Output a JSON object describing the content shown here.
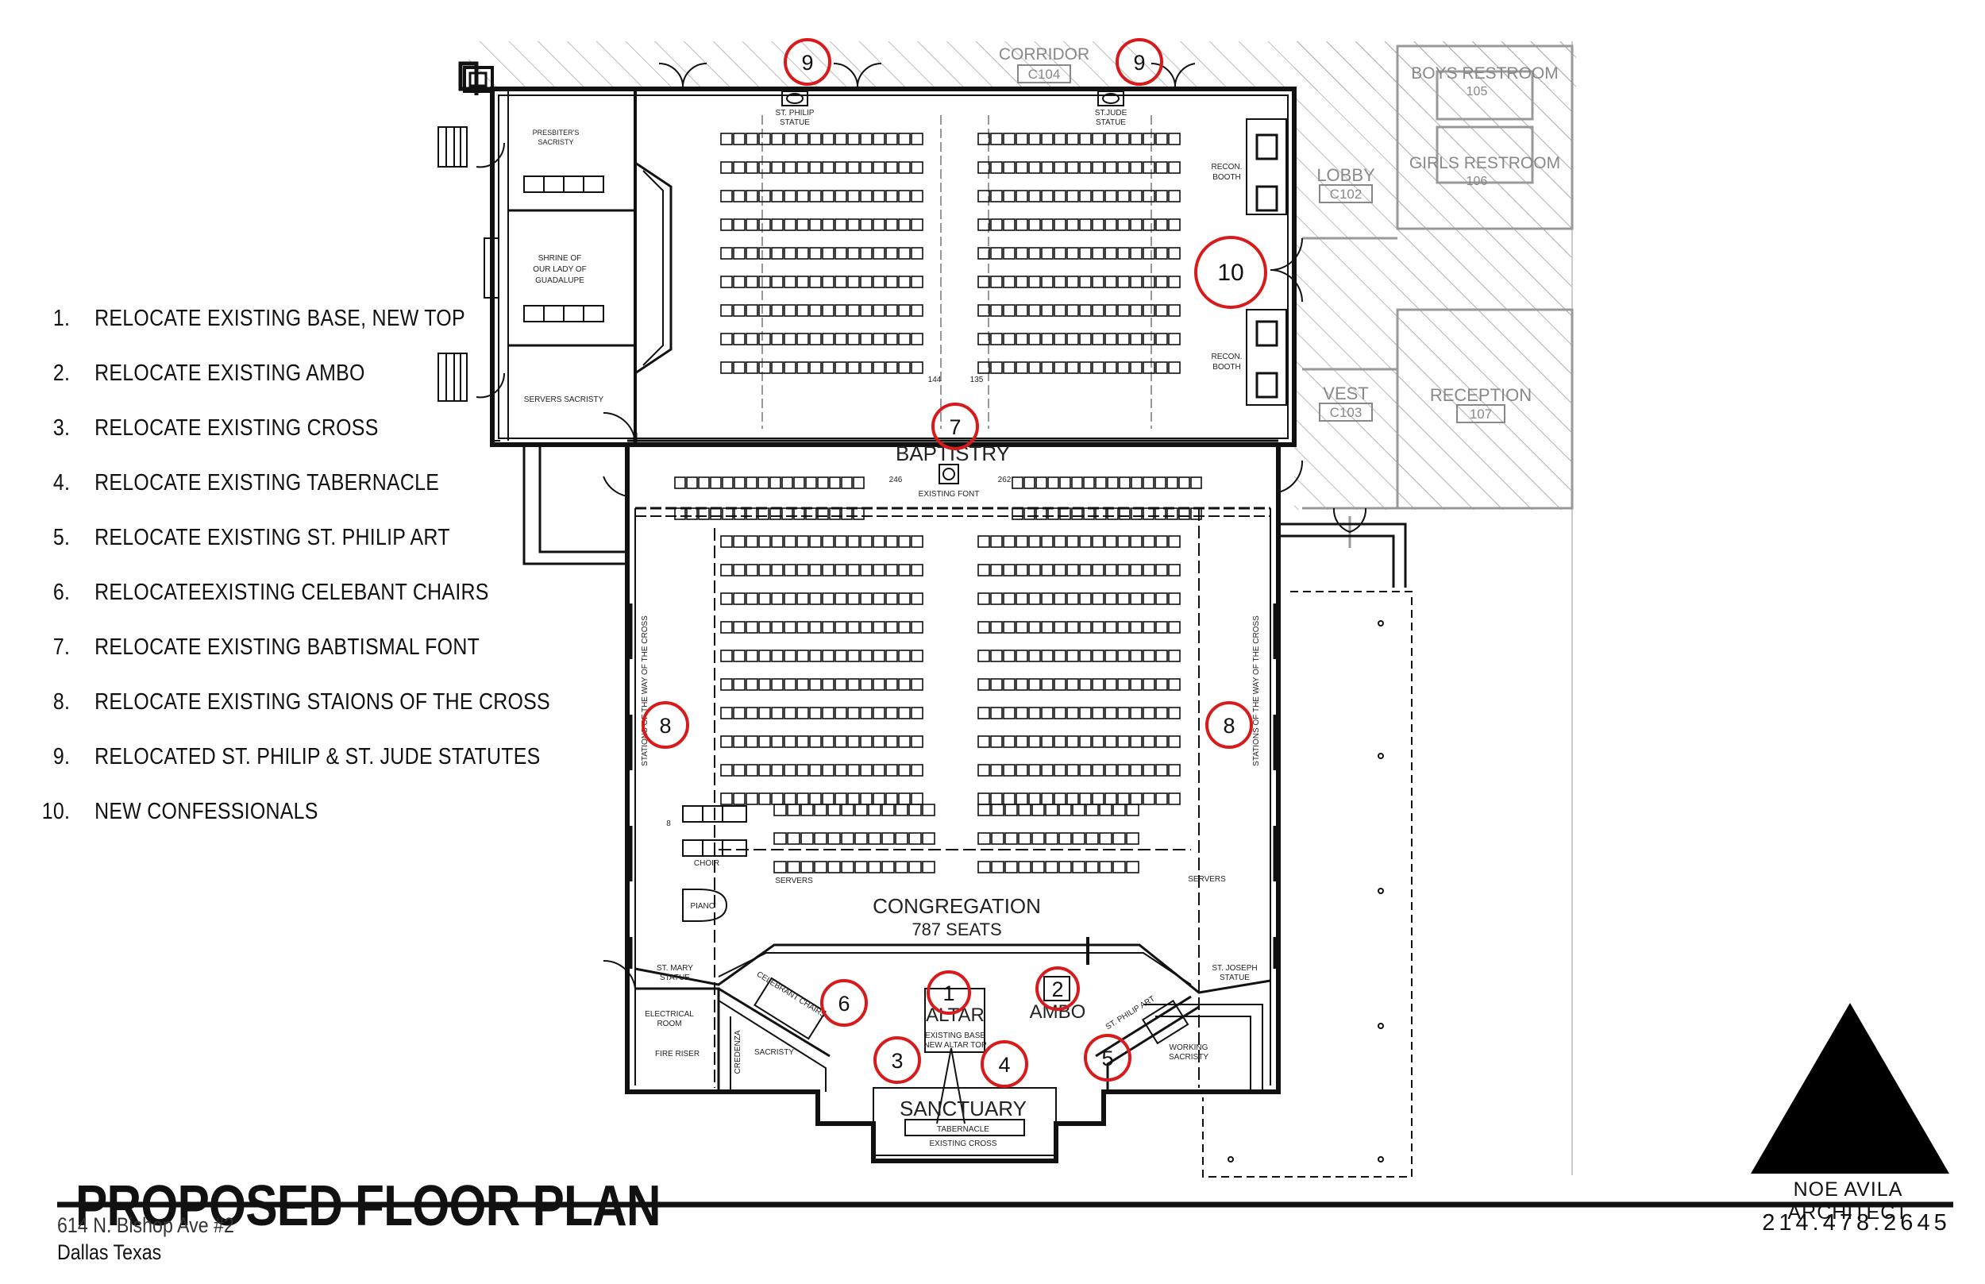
{
  "legend": [
    {
      "num": "1.",
      "text": "RELOCATE EXISTING BASE, NEW TOP"
    },
    {
      "num": "2.",
      "text": "RELOCATE EXISTING AMBO"
    },
    {
      "num": "3.",
      "text": "RELOCATE EXISTING CROSS"
    },
    {
      "num": "4.",
      "text": "RELOCATE EXISTING TABERNACLE"
    },
    {
      "num": "5.",
      "text": "RELOCATE EXISTING ST. PHILIP ART"
    },
    {
      "num": "6.",
      "text": "RELOCATEEXISTING CELEBANT CHAIRS"
    },
    {
      "num": "7.",
      "text": "RELOCATE EXISTING BABTISMAL FONT"
    },
    {
      "num": "8.",
      "text": "RELOCATE EXISTING STAIONS OF THE  CROSS"
    },
    {
      "num": "9.",
      "text": "RELOCATED ST. PHILIP & ST. JUDE STATUTES"
    },
    {
      "num": "10.",
      "text": "NEW CONFESSIONALS"
    }
  ],
  "title_block": {
    "title": "PROPOSED FLOOR PLAN",
    "address": "614 N. Bishop Ave #2",
    "city": "Dallas Texas",
    "firm": "NOE AVILA ARCHITECT",
    "phone": "214.478.2645"
  },
  "rooms": {
    "corridor": "CORRIDOR",
    "corridor_no": "C104",
    "boys_restroom": "BOYS RESTROOM",
    "boys_no": "105",
    "girls_restroom": "GIRLS RESTROOM",
    "girls_no": "106",
    "lobby": "LOBBY",
    "lobby_no": "C102",
    "vest": "VEST",
    "vest_no": "C103",
    "reception": "RECEPTION",
    "reception_no": "107",
    "presbiter_1": "PRESBITER'S",
    "presbiter_2": "SACRISTY",
    "shrine_1": "SHRINE OF",
    "shrine_2": "OUR LADY OF",
    "shrine_3": "GUADALUPE",
    "servers_sacristy": "SERVERS SACRISTY",
    "st_philip_1": "ST. PHILIP",
    "st_philip_2": "STATUE",
    "st_jude_1": "ST.JUDE",
    "st_jude_2": "STATUE",
    "recon_1": "RECON.",
    "recon_2": "BOOTH",
    "baptistry": "BAPTISTRY",
    "existing_font": "EXISTING FONT",
    "stations_left": "STATIONS OF THE WAY OF THE CROSS",
    "stations_right": "STATIONS OF THE WAY OF THE CROSS",
    "choir": "CHOIR",
    "piano": "PIANO",
    "servers": "SERVERS",
    "congregation": "CONGREGATION",
    "seats": "787 SEATS",
    "st_mary_1": "ST. MARY",
    "st_mary_2": "STATUE",
    "st_joseph_1": "ST. JOSEPH",
    "st_joseph_2": "STATUE",
    "electrical_1": "ELECTRICAL",
    "electrical_2": "ROOM",
    "fire_riser": "FIRE RISER",
    "credenza": "CREDENZA",
    "sacristy": "SACRISTY",
    "celebrant_chairs": "CELEBRANT CHAIRS",
    "altar": "ALTAR",
    "existing_base": "EXISTING BASE",
    "new_altar_top": "NEW ALTAR TOP",
    "ambo": "AMBO",
    "st_philip_art": "ST. PHILIP ART",
    "working_1": "WORKING",
    "working_2": "SACRISTY",
    "sanctuary": "SANCTUARY",
    "tabernacle": "TABERNACLE",
    "existing_cross": "EXISTING CROSS",
    "count_144": "144",
    "count_135": "135",
    "count_246": "246",
    "count_262": "262",
    "count_8": "8"
  },
  "markers": [
    "1",
    "2",
    "3",
    "4",
    "5",
    "6",
    "7",
    "8",
    "8",
    "9",
    "9",
    "10"
  ]
}
